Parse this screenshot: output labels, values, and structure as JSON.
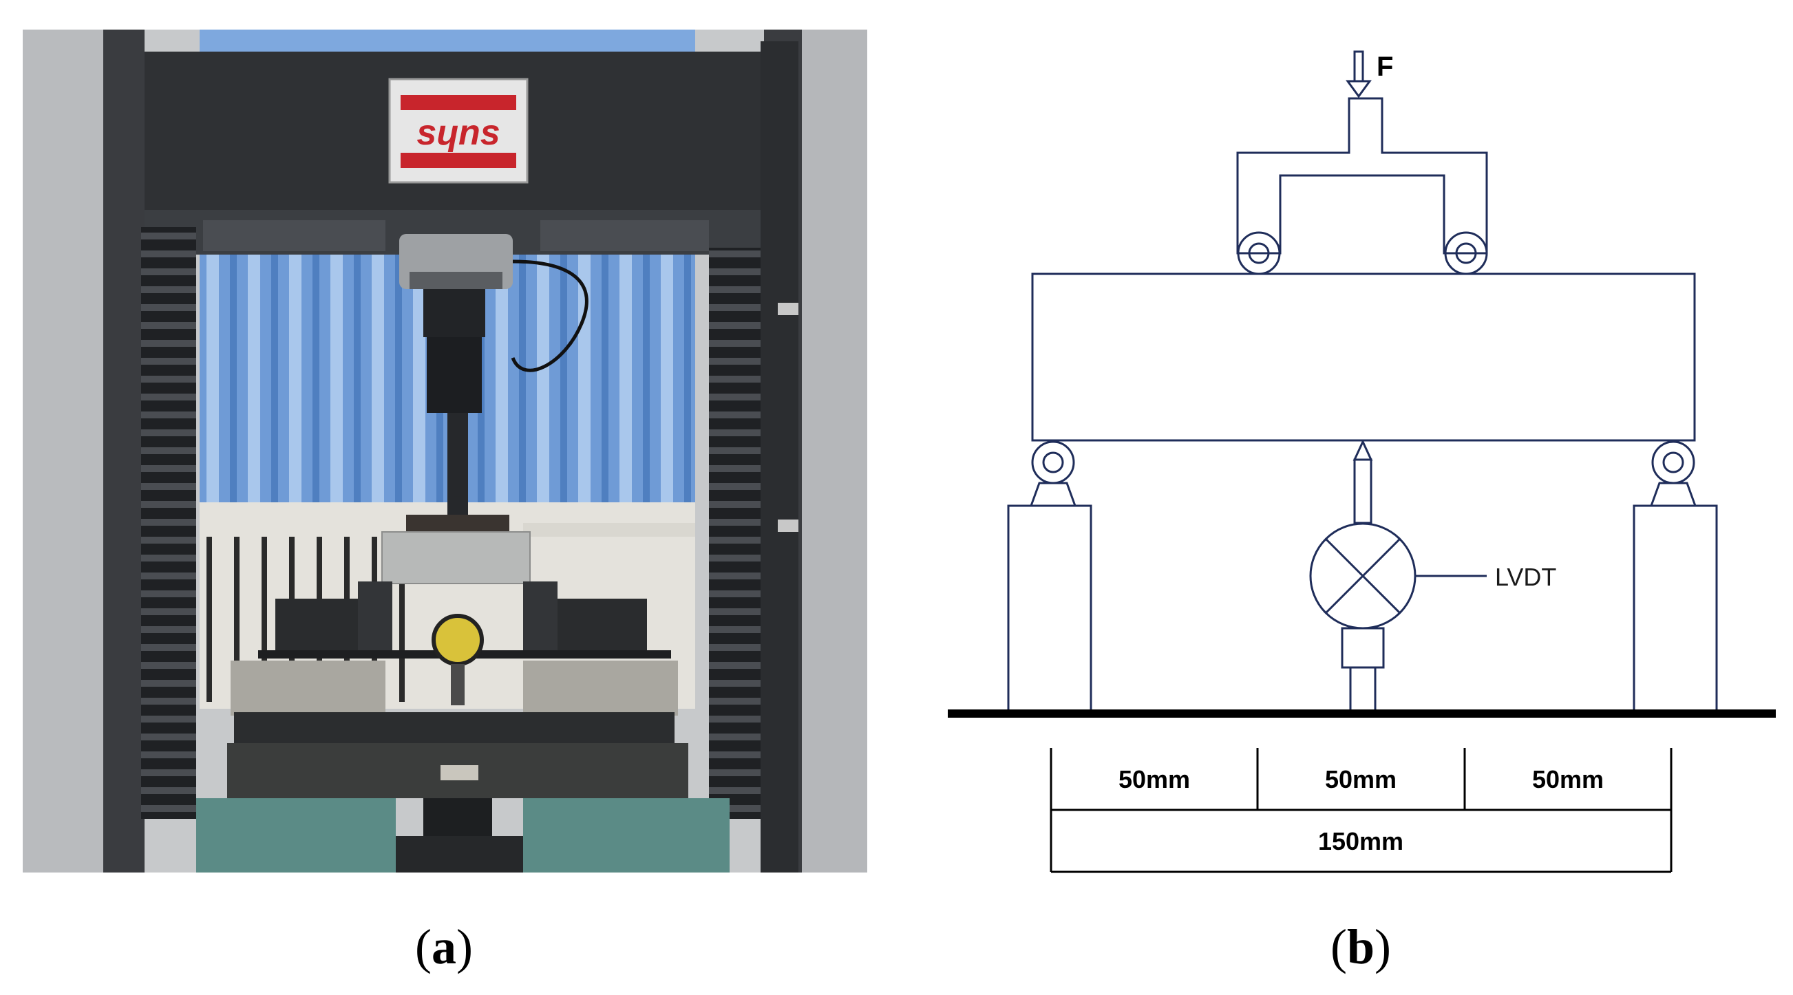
{
  "panel_a": {
    "caption_open": "(",
    "caption_letter": "a",
    "caption_close": ")",
    "logo_text": "sɥns",
    "description_colors": {
      "frame": "#2b2d30",
      "curtain": "#6b9ad6",
      "logo_red": "#c8252c",
      "table": "#3b3d3c"
    }
  },
  "panel_b": {
    "caption_open": "(",
    "caption_letter": "b",
    "caption_close": ")",
    "force_label": "F",
    "sensor_label": "LVDT",
    "dim_1": "50mm",
    "dim_2": "50mm",
    "dim_3": "50mm",
    "dim_total": "150mm",
    "line_color": "#1f2d5a"
  }
}
